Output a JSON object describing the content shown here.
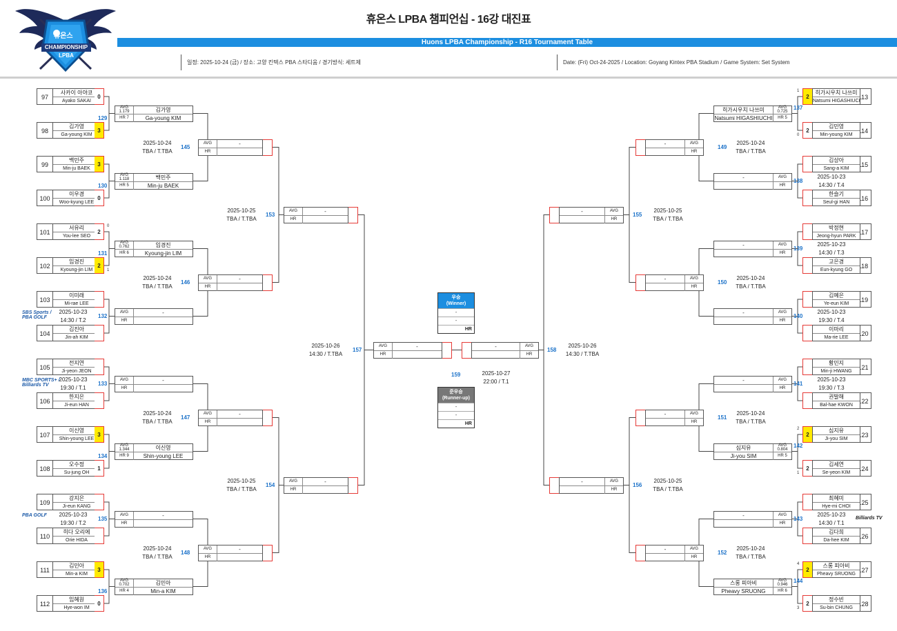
{
  "header": {
    "title": "휴온스 LPBA 챔피언십 - 16강 대진표",
    "subtitle": "Huons LPBA Championship - R16 Tournament Table",
    "info_ko": "일정: 2025-10-24 (금) / 장소: 고양 킨텍스 PBA 스타디움 / 경기방식: 세트제",
    "info_en": "Date: (Fri) Oct-24-2025 / Location: Goyang Kintex PBA Stadium / Game System: Set System"
  },
  "logo": {
    "brand": "휴온스",
    "line1": "CHAMPIONSHIP",
    "line2": "LPBA",
    "icon": "winged-shield-emblem-icon"
  },
  "colors": {
    "accent": "#1c8ee0",
    "winner": "#ffea00",
    "score_border": "#e53935",
    "match_number": "#1c72c9",
    "runner_up": "#777777",
    "champion": "#1c8ee0"
  },
  "left_r32": [
    {
      "no": "97",
      "ko": "사카이 아야코",
      "en": "Ayako SAKAI",
      "score": "0",
      "win": false
    },
    {
      "no": "98",
      "ko": "김가영",
      "en": "Ga-young KIM",
      "score": "3",
      "win": true
    },
    {
      "no": "99",
      "ko": "백민주",
      "en": "Min-ju BAEK",
      "score": "3",
      "win": true
    },
    {
      "no": "100",
      "ko": "이우경",
      "en": "Woo-kyung LEE",
      "score": "0",
      "win": false
    },
    {
      "no": "101",
      "ko": "서유리",
      "en": "You-lee SEO",
      "score": "2",
      "win": false,
      "sub": "0"
    },
    {
      "no": "102",
      "ko": "임경진",
      "en": "Kyoung-jin LIM",
      "score": "2",
      "win": true,
      "sub": "1"
    },
    {
      "no": "103",
      "ko": "이미래",
      "en": "Mi-rae LEE",
      "score": "",
      "win": false
    },
    {
      "no": "104",
      "ko": "김진아",
      "en": "Jin-ah KIM",
      "score": "",
      "win": false
    },
    {
      "no": "105",
      "ko": "전지연",
      "en": "Ji-yeon JEON",
      "score": "",
      "win": false
    },
    {
      "no": "106",
      "ko": "한지은",
      "en": "Ji-eun HAN",
      "score": "",
      "win": false
    },
    {
      "no": "107",
      "ko": "이신영",
      "en": "Shin-young LEE",
      "score": "3",
      "win": true
    },
    {
      "no": "108",
      "ko": "오수정",
      "en": "Su-jung OH",
      "score": "1",
      "win": false
    },
    {
      "no": "109",
      "ko": "강지은",
      "en": "Ji-eun KANG",
      "score": "",
      "win": false
    },
    {
      "no": "110",
      "ko": "히다 오리에",
      "en": "Orie HIDA",
      "score": "",
      "win": false
    },
    {
      "no": "111",
      "ko": "김민아",
      "en": "Min-a KIM",
      "score": "3",
      "win": true
    },
    {
      "no": "112",
      "ko": "임혜원",
      "en": "Hye-won IM",
      "score": "0",
      "win": false
    }
  ],
  "right_r32": [
    {
      "no": "113",
      "ko": "히가시우치 나쓰미",
      "en": "Natsumi HIGASHIUCHI",
      "score": "2",
      "win": true,
      "sub": "1"
    },
    {
      "no": "114",
      "ko": "김민영",
      "en": "Min-young KIM",
      "score": "2",
      "win": false,
      "sub": "0"
    },
    {
      "no": "115",
      "ko": "김상아",
      "en": "Sang-a KIM",
      "score": "",
      "win": false
    },
    {
      "no": "116",
      "ko": "한슬기",
      "en": "Seul-gi HAN",
      "score": "",
      "win": false
    },
    {
      "no": "117",
      "ko": "박정현",
      "en": "Jeong-hyun PARK",
      "score": "",
      "win": false
    },
    {
      "no": "118",
      "ko": "고은경",
      "en": "Eun-kyung GO",
      "score": "",
      "win": false
    },
    {
      "no": "119",
      "ko": "김예은",
      "en": "Ye-eun KIM",
      "score": "",
      "win": false
    },
    {
      "no": "120",
      "ko": "이마리",
      "en": "Ma-rie LEE",
      "score": "",
      "win": false
    },
    {
      "no": "121",
      "ko": "황민지",
      "en": "Min-ji HWANG",
      "score": "",
      "win": false
    },
    {
      "no": "122",
      "ko": "권발해",
      "en": "Bal-hae KWON",
      "score": "",
      "win": false
    },
    {
      "no": "123",
      "ko": "심지유",
      "en": "Ji-you SIM",
      "score": "2",
      "win": true,
      "sub": "2"
    },
    {
      "no": "124",
      "ko": "김세연",
      "en": "Se-yeon KIM",
      "score": "2",
      "win": false,
      "sub": "1"
    },
    {
      "no": "125",
      "ko": "최혜미",
      "en": "Hye-mi CHOI",
      "score": "",
      "win": false
    },
    {
      "no": "126",
      "ko": "김다희",
      "en": "Da-hee KIM",
      "score": "",
      "win": false
    },
    {
      "no": "127",
      "ko": "스롱 피아비",
      "en": "Pheavy SRUONG",
      "score": "2",
      "win": true,
      "sub": "4"
    },
    {
      "no": "128",
      "ko": "정수빈",
      "en": "Su-bin CHUNG",
      "score": "2",
      "win": false,
      "sub": "3"
    }
  ],
  "left_r32_matches": [
    {
      "mno": "129",
      "avg": "AVG 1.179",
      "hr": "HR 7",
      "ko": "김가영",
      "en": "Ga-young KIM",
      "when1": "",
      "when2": ""
    },
    {
      "mno": "130",
      "avg": "AVG 1.118",
      "hr": "HR 5",
      "ko": "백민주",
      "en": "Min-ju BAEK",
      "when1": "",
      "when2": ""
    },
    {
      "mno": "131",
      "avg": "AVG 0.762",
      "hr": "HR 6",
      "ko": "임경진",
      "en": "Kyoung-jin LIM",
      "when1": "",
      "when2": ""
    },
    {
      "mno": "132",
      "avg": "AVG",
      "hr": "HR",
      "ko": "-",
      "en": "",
      "when1": "2025-10-23",
      "when2": "14:30 / T.2",
      "brand": "SBS Sports / PBA GOLF"
    },
    {
      "mno": "133",
      "avg": "AVG",
      "hr": "HR",
      "ko": "-",
      "en": "",
      "when1": "2025-10-23",
      "when2": "19:30 / T.1",
      "brand": "MBC SPORTS+ / Billiards TV"
    },
    {
      "mno": "134",
      "avg": "AVG 1.344",
      "hr": "HR 9",
      "ko": "이신영",
      "en": "Shin-young LEE",
      "when1": "",
      "when2": ""
    },
    {
      "mno": "135",
      "avg": "AVG",
      "hr": "HR",
      "ko": "-",
      "en": "",
      "when1": "2025-10-23",
      "when2": "19:30 / T.2",
      "brand": "PBA GOLF"
    },
    {
      "mno": "136",
      "avg": "AVG 0.702",
      "hr": "HR 4",
      "ko": "김민아",
      "en": "Min-a KIM",
      "when1": "",
      "when2": ""
    }
  ],
  "right_r32_matches": [
    {
      "mno": "137",
      "avg": "AVG 0.725",
      "hr": "HR 5",
      "ko": "히가시우치 나쓰미",
      "en": "Natsumi HIGASHIUCHI",
      "when1": "",
      "when2": ""
    },
    {
      "mno": "138",
      "avg": "AVG",
      "hr": "HR",
      "ko": "-",
      "en": "",
      "when1": "2025-10-23",
      "when2": "14:30 / T.4"
    },
    {
      "mno": "139",
      "avg": "AVG",
      "hr": "HR",
      "ko": "-",
      "en": "",
      "when1": "2025-10-23",
      "when2": "14:30 / T.3"
    },
    {
      "mno": "140",
      "avg": "AVG",
      "hr": "HR",
      "ko": "-",
      "en": "",
      "when1": "2025-10-23",
      "when2": "19:30 / T.4"
    },
    {
      "mno": "141",
      "avg": "AVG",
      "hr": "HR",
      "ko": "-",
      "en": "",
      "when1": "2025-10-23",
      "when2": "19:30 / T.3"
    },
    {
      "mno": "142",
      "avg": "AVG 0.804",
      "hr": "HR 5",
      "ko": "심지유",
      "en": "Ji-you SIM",
      "when1": "",
      "when2": ""
    },
    {
      "mno": "143",
      "avg": "AVG",
      "hr": "HR",
      "ko": "-",
      "en": "",
      "when1": "2025-10-23",
      "when2": "14:30 / T.1",
      "brand": "Billiards TV"
    },
    {
      "mno": "144",
      "avg": "AVG 0.946",
      "hr": "HR 6",
      "ko": "스롱 피아비",
      "en": "Pheavy SRUONG",
      "when1": "",
      "when2": ""
    }
  ],
  "r16": [
    {
      "mno": "145",
      "when1": "2025-10-24",
      "when2": "TBA / T.TBA"
    },
    {
      "mno": "146",
      "when1": "2025-10-24",
      "when2": "TBA / T.TBA"
    },
    {
      "mno": "147",
      "when1": "2025-10-24",
      "when2": "TBA / T.TBA"
    },
    {
      "mno": "148",
      "when1": "2025-10-24",
      "when2": "TBA / T.TBA"
    },
    {
      "mno": "149",
      "when1": "2025-10-24",
      "when2": "TBA / T.TBA"
    },
    {
      "mno": "150",
      "when1": "2025-10-24",
      "when2": "TBA / T.TBA"
    },
    {
      "mno": "151",
      "when1": "2025-10-24",
      "when2": "TBA / T.TBA"
    },
    {
      "mno": "152",
      "when1": "2025-10-24",
      "when2": "TBA / T.TBA"
    }
  ],
  "qf": [
    {
      "mno": "153",
      "when1": "2025-10-25",
      "when2": "TBA / T.TBA"
    },
    {
      "mno": "154",
      "when1": "2025-10-25",
      "when2": "TBA / T.TBA"
    },
    {
      "mno": "155",
      "when1": "2025-10-25",
      "when2": "TBA / T.TBA"
    },
    {
      "mno": "156",
      "when1": "2025-10-25",
      "when2": "TBA / T.TBA"
    }
  ],
  "sf": [
    {
      "mno": "157",
      "when1": "2025-10-26",
      "when2": "14:30 / T.TBA"
    },
    {
      "mno": "158",
      "when1": "2025-10-26",
      "when2": "14:30 / T.TBA"
    }
  ],
  "final": {
    "mno": "159",
    "when1": "2025-10-27",
    "when2": "22:00 / T.1"
  },
  "labels": {
    "avg": "AVG",
    "hr": "HR",
    "dash": "-"
  },
  "winner_card": {
    "title_ko": "우승",
    "title_en": "(Winner)",
    "line1": "-",
    "line2": "-",
    "hr": "HR"
  },
  "runner_card": {
    "title_ko": "준우승",
    "title_en": "(Runner-up)",
    "line1": "-",
    "line2": "-",
    "hr": "HR"
  }
}
